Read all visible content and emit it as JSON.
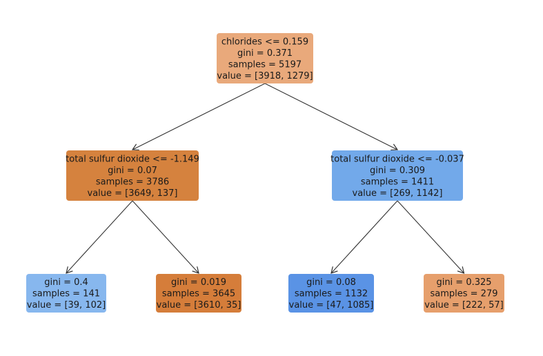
{
  "tree": {
    "nodes": [
      {
        "id": "root",
        "lines": [
          "chlorides <= 0.159",
          "gini = 0.371",
          "samples = 5197",
          "value = [3918, 1279]"
        ],
        "fill": "#e9a97b"
      },
      {
        "id": "left",
        "lines": [
          "total sulfur dioxide <= -1.149",
          "gini = 0.07",
          "samples = 3786",
          "value = [3649, 137]"
        ],
        "fill": "#d5823e"
      },
      {
        "id": "right",
        "lines": [
          "total sulfur dioxide <= -0.037",
          "gini = 0.309",
          "samples = 1411",
          "value = [269, 1142]"
        ],
        "fill": "#72a9ea"
      },
      {
        "id": "ll",
        "lines": [
          "gini = 0.4",
          "samples = 141",
          "value = [39, 102]"
        ],
        "fill": "#87b7ee"
      },
      {
        "id": "lr",
        "lines": [
          "gini = 0.019",
          "samples = 3645",
          "value = [3610, 35]"
        ],
        "fill": "#d57d3a"
      },
      {
        "id": "rl",
        "lines": [
          "gini = 0.08",
          "samples = 1132",
          "value = [47, 1085]"
        ],
        "fill": "#5a93e5"
      },
      {
        "id": "rr",
        "lines": [
          "gini = 0.325",
          "samples = 279",
          "value = [222, 57]"
        ],
        "fill": "#e69f6c"
      }
    ],
    "edges": [
      {
        "from": "root",
        "to": "left"
      },
      {
        "from": "root",
        "to": "right"
      },
      {
        "from": "left",
        "to": "ll"
      },
      {
        "from": "left",
        "to": "lr"
      },
      {
        "from": "right",
        "to": "rl"
      },
      {
        "from": "right",
        "to": "rr"
      }
    ]
  }
}
